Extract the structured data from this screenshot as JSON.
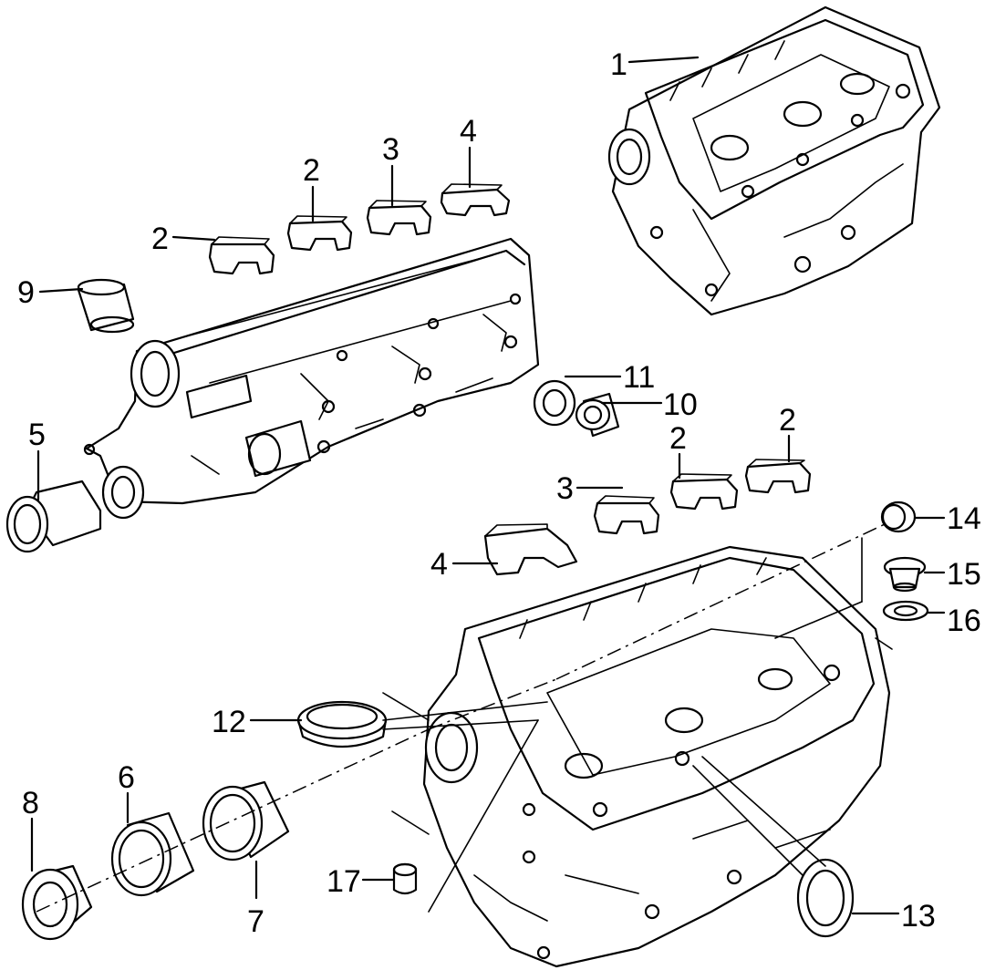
{
  "diagram": {
    "callouts": [
      {
        "id": "c1",
        "text": "1"
      },
      {
        "id": "c2a",
        "text": "2"
      },
      {
        "id": "c2b",
        "text": "2"
      },
      {
        "id": "c3a",
        "text": "3"
      },
      {
        "id": "c4a",
        "text": "4"
      },
      {
        "id": "c9",
        "text": "9"
      },
      {
        "id": "c5",
        "text": "5"
      },
      {
        "id": "c11",
        "text": "11"
      },
      {
        "id": "c10",
        "text": "10"
      },
      {
        "id": "c2c",
        "text": "2"
      },
      {
        "id": "c2d",
        "text": "2"
      },
      {
        "id": "c3b",
        "text": "3"
      },
      {
        "id": "c14",
        "text": "14"
      },
      {
        "id": "c4b",
        "text": "4"
      },
      {
        "id": "c15",
        "text": "15"
      },
      {
        "id": "c16",
        "text": "16"
      },
      {
        "id": "c12",
        "text": "12"
      },
      {
        "id": "c6",
        "text": "6"
      },
      {
        "id": "c8",
        "text": "8"
      },
      {
        "id": "c17",
        "text": "17"
      },
      {
        "id": "c7",
        "text": "7"
      },
      {
        "id": "c13",
        "text": "13"
      }
    ]
  }
}
